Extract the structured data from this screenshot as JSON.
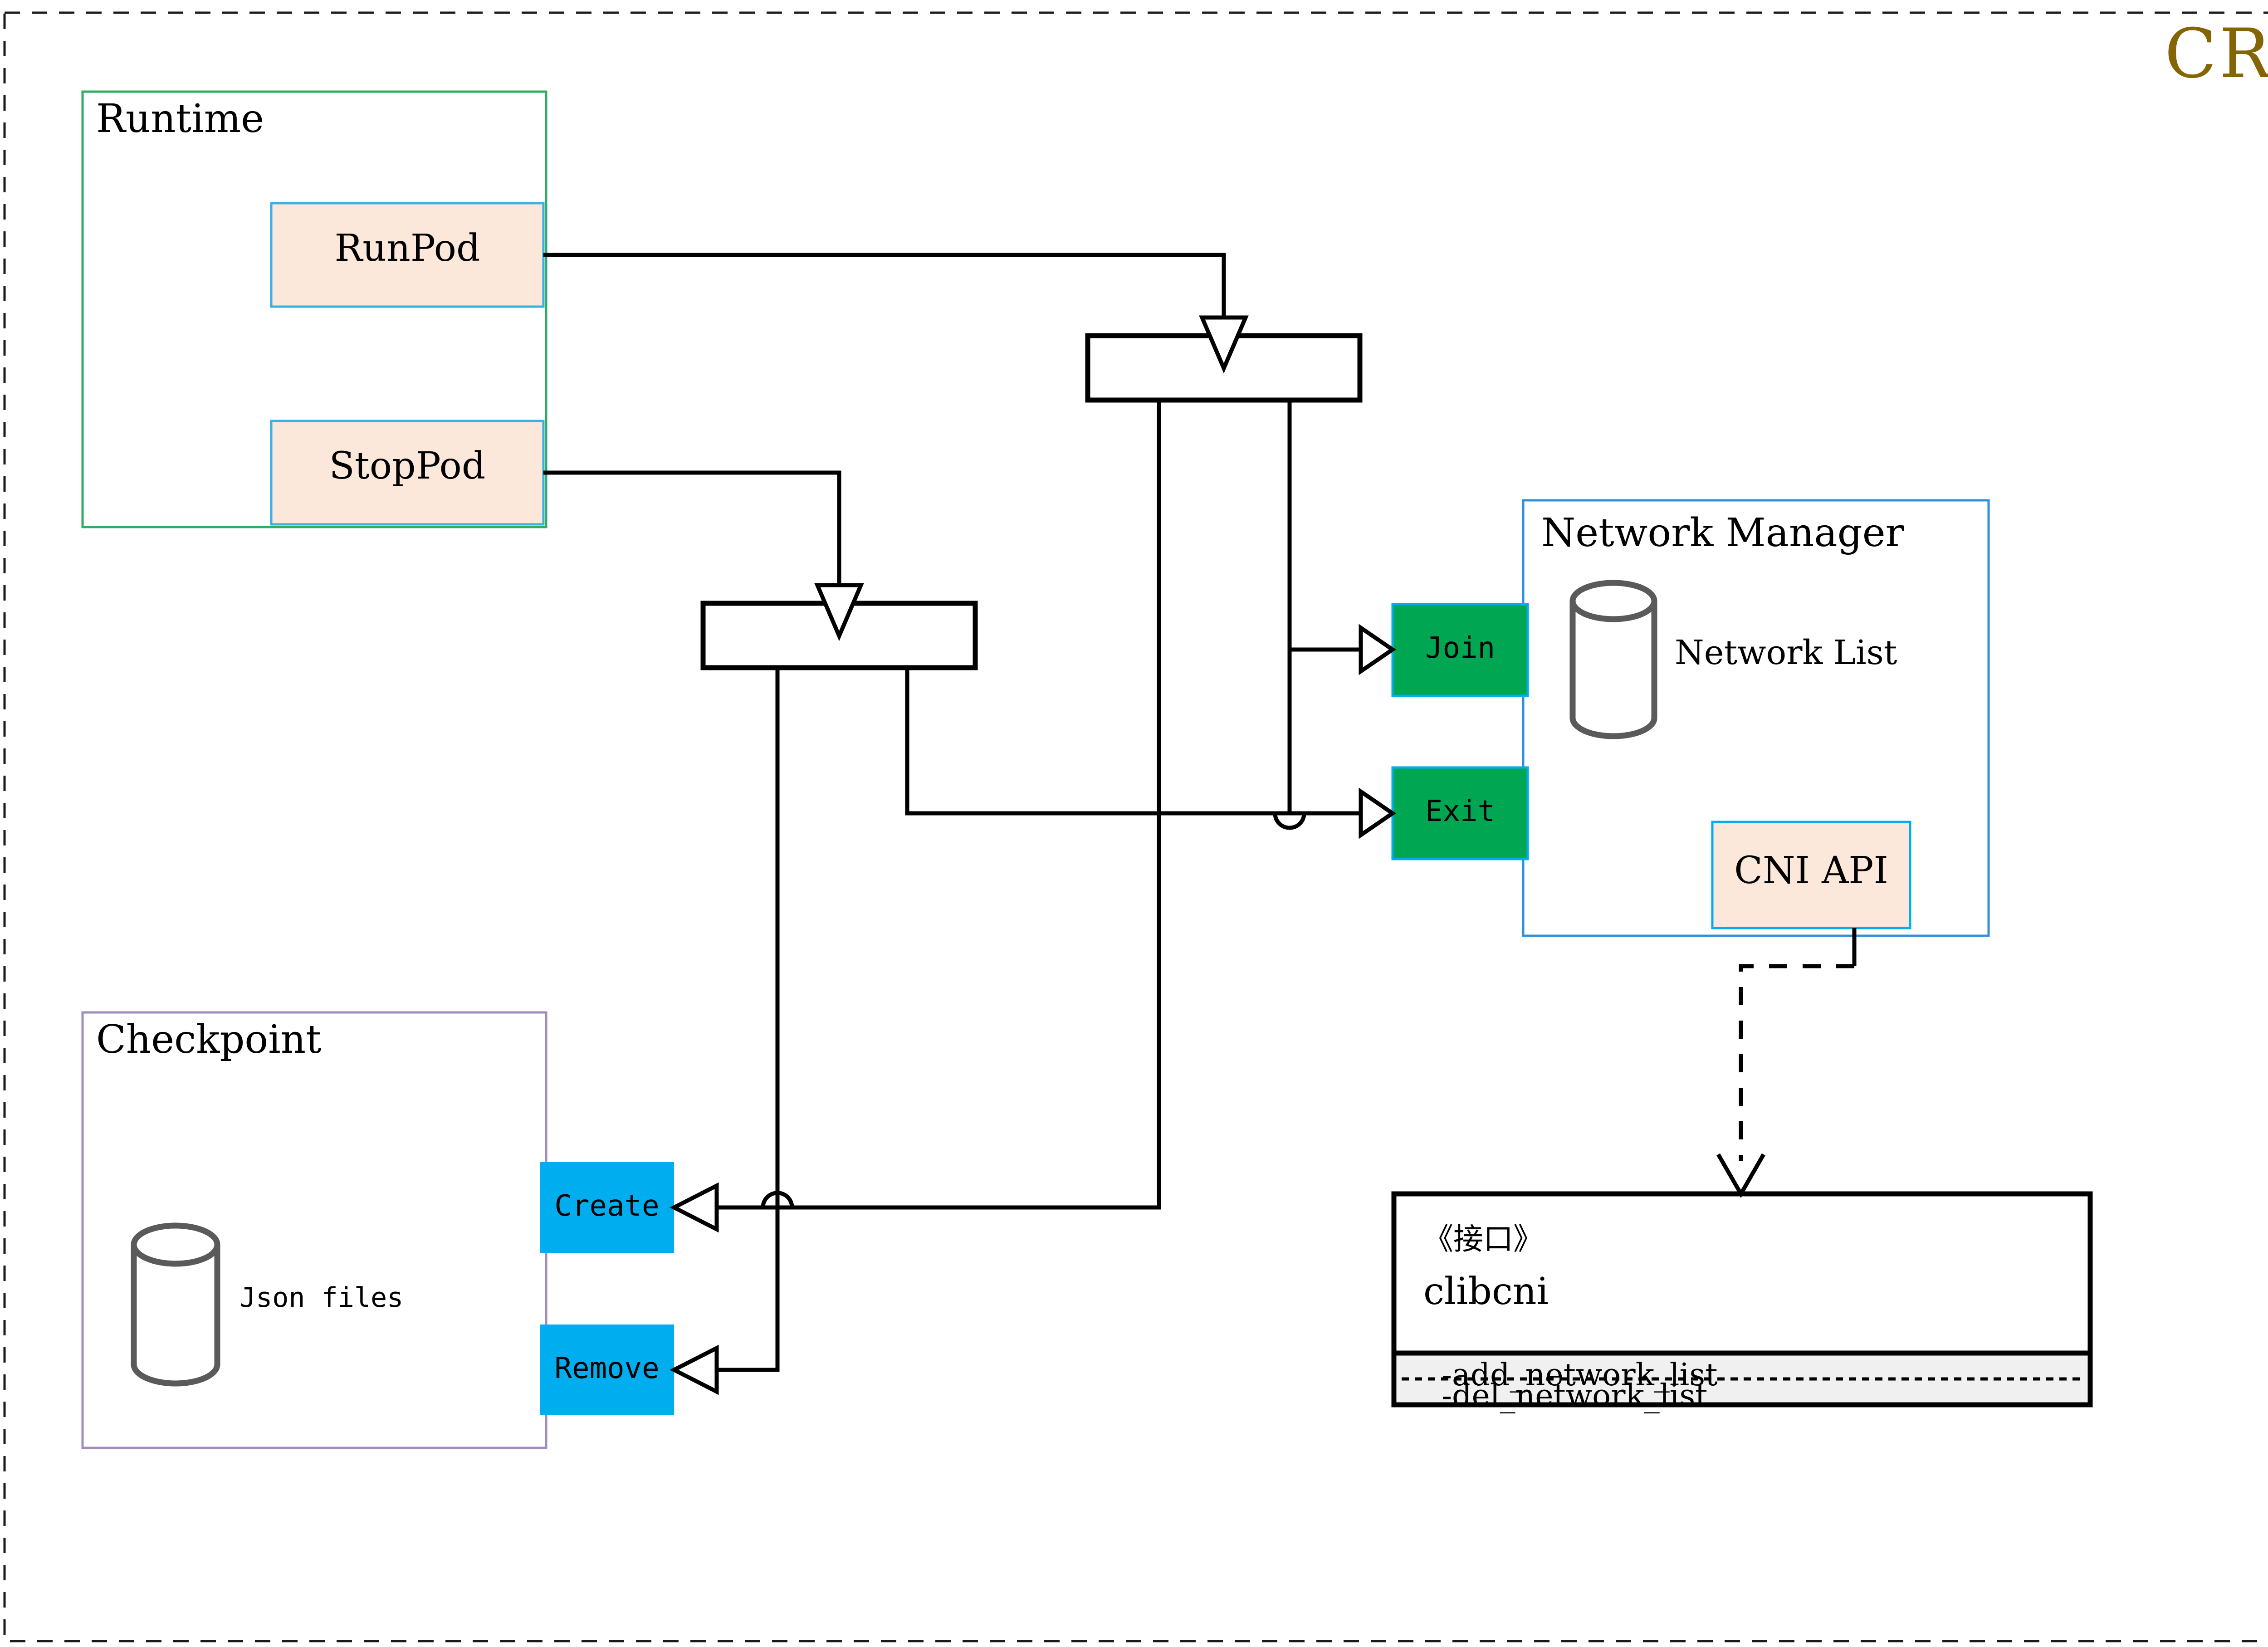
{
  "diagram": {
    "title": "CRI",
    "title_color": "#806000",
    "outer_border": "dashed"
  },
  "groups": [
    {
      "id": "runtime",
      "label": "Runtime",
      "border_color": "#2fae62",
      "fill": "#ffffff"
    },
    {
      "id": "checkpoint",
      "label": "Checkpoint",
      "border_color": "#a08cbe",
      "fill": "#ffffff"
    },
    {
      "id": "network-manager",
      "label": "Network Manager",
      "border_color": "#2f8fd8",
      "fill": "#ffffff"
    }
  ],
  "operations": [
    {
      "id": "runpod",
      "label": "RunPod",
      "fill": "#fce8da",
      "border": "#38b0e3"
    },
    {
      "id": "stoppod",
      "label": "StopPod",
      "fill": "#fce8da",
      "border": "#38b0e3"
    },
    {
      "id": "cni-api",
      "label": "CNI API",
      "fill": "#fce8da",
      "border": "#00aeef"
    }
  ],
  "network_ports": [
    {
      "id": "join",
      "label": "Join",
      "fill": "#00a651",
      "border": "#00aeef"
    },
    {
      "id": "exit",
      "label": "Exit",
      "fill": "#00a651",
      "border": "#00aeef"
    }
  ],
  "checkpoint_ports": [
    {
      "id": "create",
      "label": "Create",
      "fill": "#00aeef"
    },
    {
      "id": "remove",
      "label": "Remove",
      "fill": "#00aeef"
    }
  ],
  "datastores": [
    {
      "id": "network-list",
      "label": "Network List",
      "parent": "network-manager"
    },
    {
      "id": "json-files",
      "label": "Json files",
      "parent": "checkpoint"
    }
  ],
  "interface_box": {
    "stereotype": "《接口》",
    "name": "clibcni",
    "methods_fill": "#f0f0f0",
    "methods": [
      "-add_network_list",
      "-del_network_list"
    ]
  },
  "junctions": [
    {
      "id": "junction-run",
      "label": ""
    },
    {
      "id": "junction-stop",
      "label": ""
    }
  ]
}
